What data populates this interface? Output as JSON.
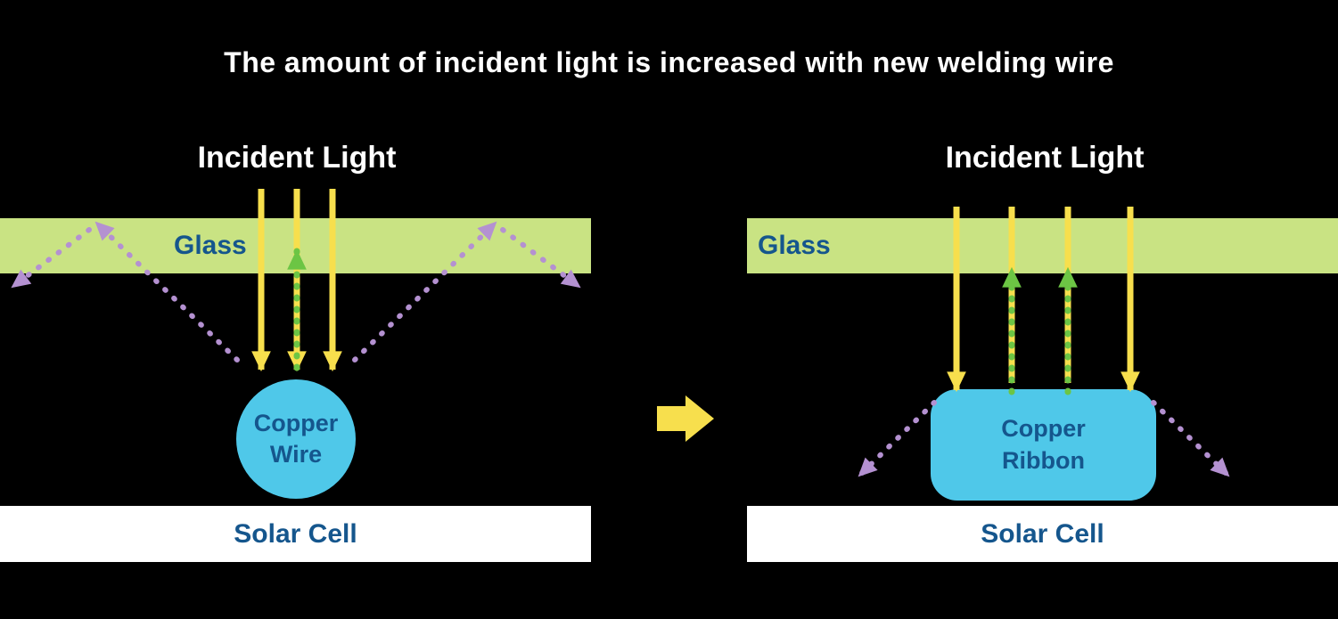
{
  "title": "The amount of incident light is increased with new welding wire",
  "colors": {
    "background": "#000000",
    "title_text": "#ffffff",
    "glass_fill": "#c9e383",
    "label_blue": "#15568d",
    "yellow": "#f7df4d",
    "green": "#6cc544",
    "purple": "#b491d1",
    "cyan": "#4fc8e9",
    "solar_fill": "#ffffff"
  },
  "left_panel": {
    "incident_light_label": "Incident Light",
    "glass_label": "Glass",
    "component_line1": "Copper",
    "component_line2": "Wire",
    "solar_cell_label": "Solar Cell"
  },
  "right_panel": {
    "incident_light_label": "Incident Light",
    "glass_label": "Glass",
    "component_line1": "Copper",
    "component_line2": "Ribbon",
    "solar_cell_label": "Solar Cell"
  }
}
